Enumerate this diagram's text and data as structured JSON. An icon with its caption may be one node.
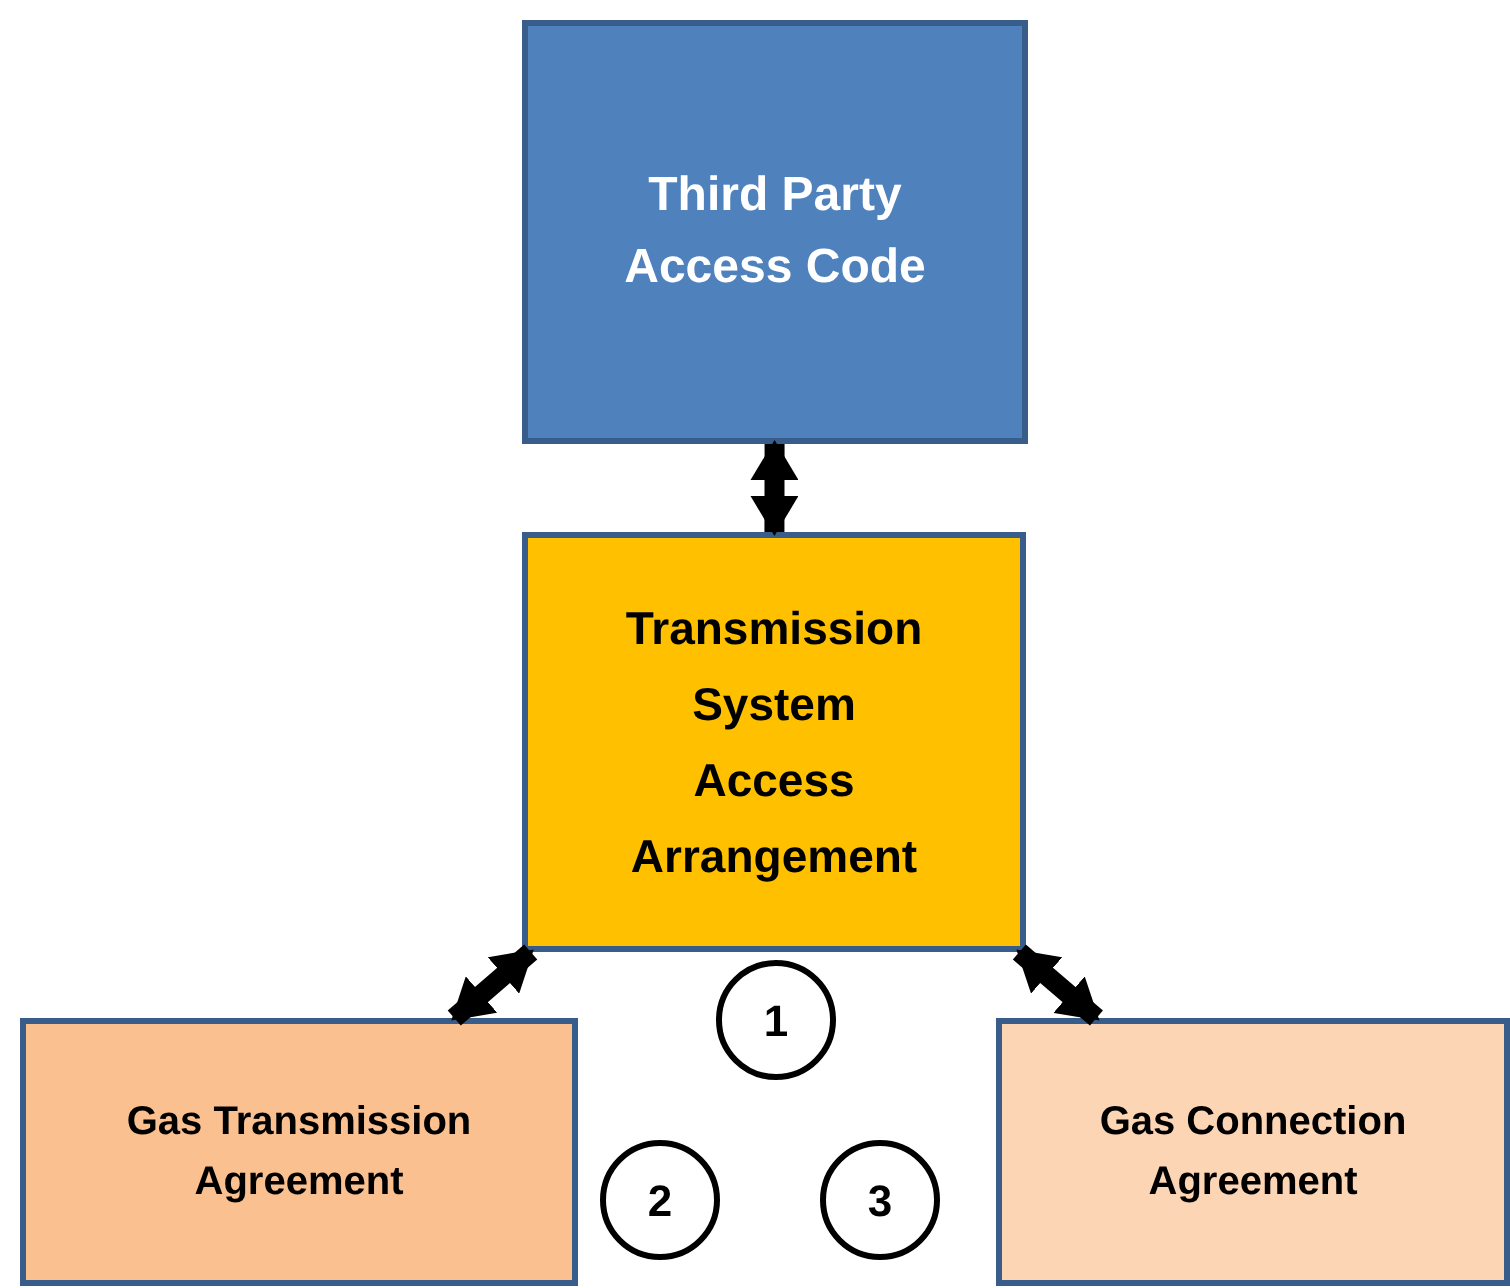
{
  "diagram": {
    "nodes": [
      {
        "text": [
          "Third Party Access Code"
        ]
      },
      {
        "text": [
          "Transmission System Access Arrangement"
        ]
      },
      {
        "text": [
          "Gas Transmission Agreement"
        ]
      },
      {
        "text": [
          "Gas Connection Agreement"
        ]
      },
      {
        "text": [
          "1"
        ]
      },
      {
        "text": [
          "2"
        ]
      },
      {
        "text": [
          "3"
        ]
      }
    ],
    "edges": [
      {
        "from": 0,
        "to": 1,
        "arrow": "both"
      },
      {
        "from": 1,
        "to": 2,
        "arrow": "both"
      },
      {
        "from": 1,
        "to": 3,
        "arrow": "both"
      }
    ]
  }
}
